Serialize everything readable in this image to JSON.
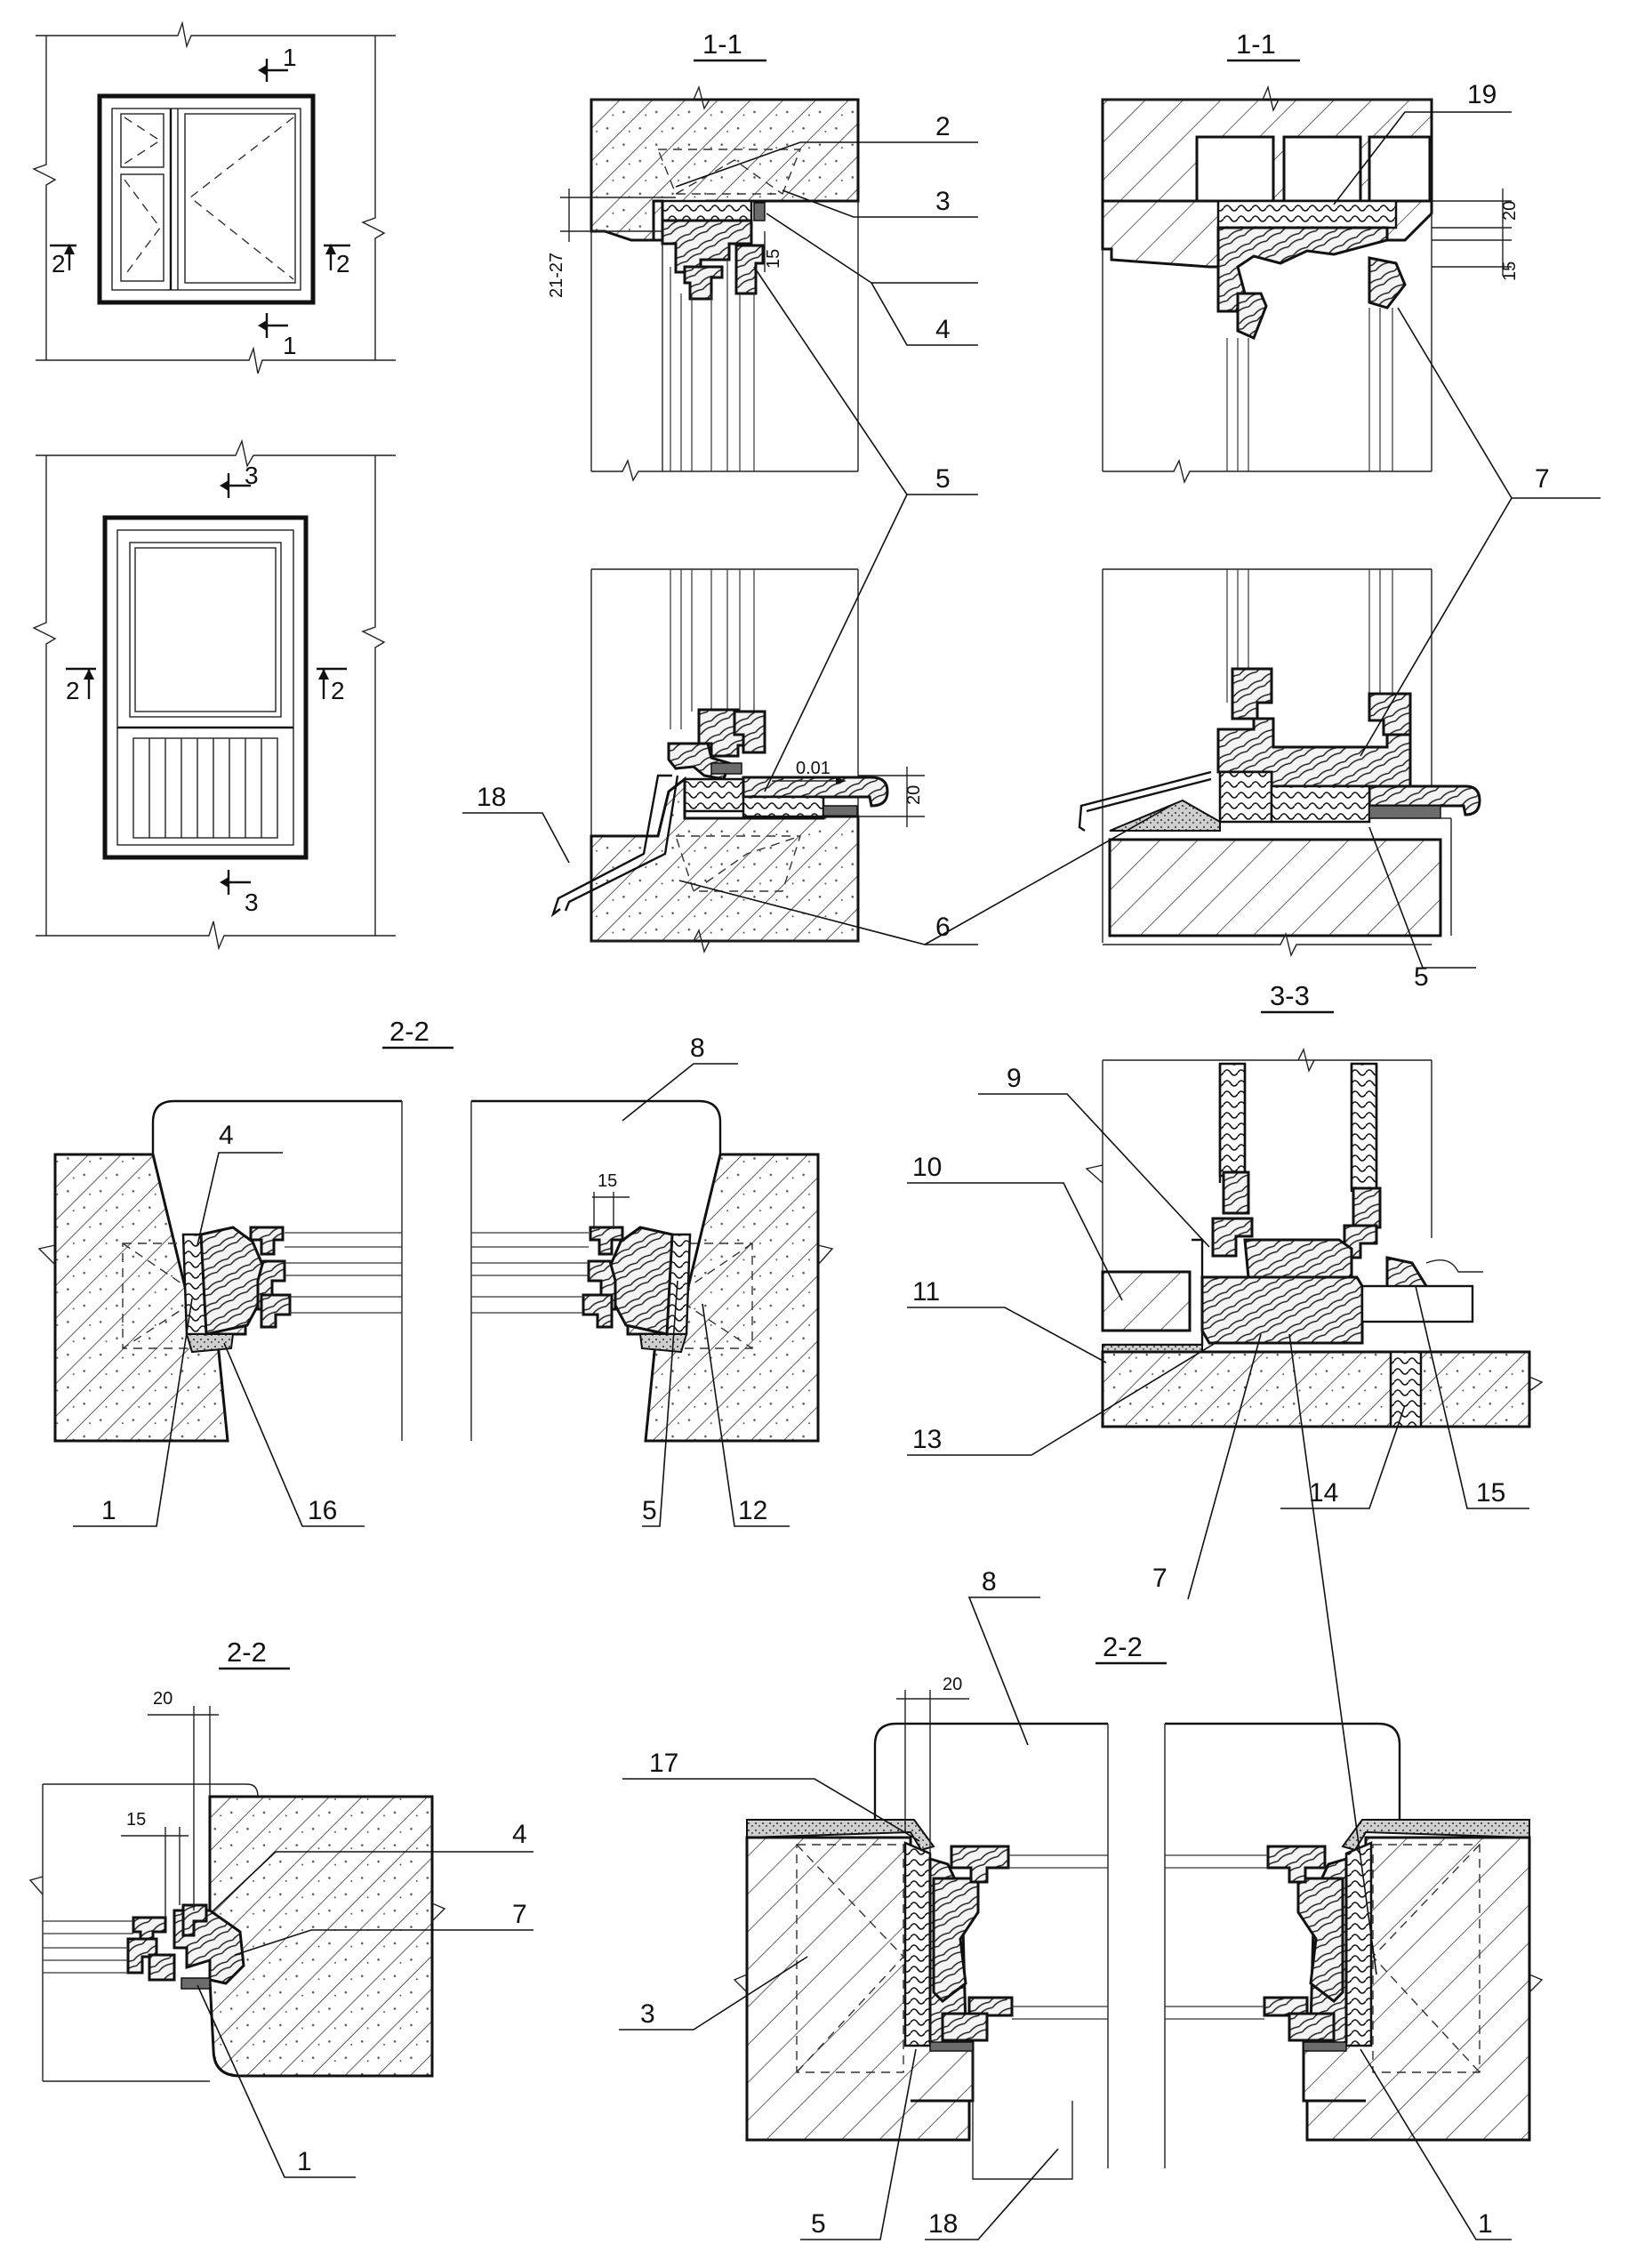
{
  "titles": {
    "s11a": "1-1",
    "s11b": "1-1",
    "s22a": "2-2",
    "s33": "3-3",
    "s22b": "2-2",
    "s22c": "2-2"
  },
  "cut_marks": {
    "c1_top": "1",
    "c1_bot": "1",
    "c2_left": "2",
    "c2_right": "2",
    "c3_top": "3",
    "c3_bot": "3",
    "c2b_left": "2",
    "c2b_right": "2"
  },
  "dims": {
    "d_21_27": "21-27",
    "d15_a": "15",
    "d20_a": "20",
    "d15_b": "15",
    "d20_b": "20",
    "slope": "0.01",
    "d15_c": "15",
    "d20_c": "20",
    "d15_d": "15",
    "d20_d": "20"
  },
  "callouts": {
    "n2": "2",
    "n3": "3",
    "n4": "4",
    "n5": "5",
    "n19": "19",
    "n7": "7",
    "n18a": "18",
    "n6": "6",
    "n5b": "5",
    "n8": "8",
    "n4b": "4",
    "n1": "1",
    "n16": "16",
    "n5c": "5",
    "n12": "12",
    "n9": "9",
    "n10": "10",
    "n11": "11",
    "n13": "13",
    "n14": "14",
    "n15": "15",
    "n7b": "7",
    "n4c": "4",
    "n7c": "7",
    "n1b": "1",
    "n8b": "8",
    "n17": "17",
    "n3b": "3",
    "n5d": "5",
    "n18b": "18",
    "n1c": "1"
  }
}
